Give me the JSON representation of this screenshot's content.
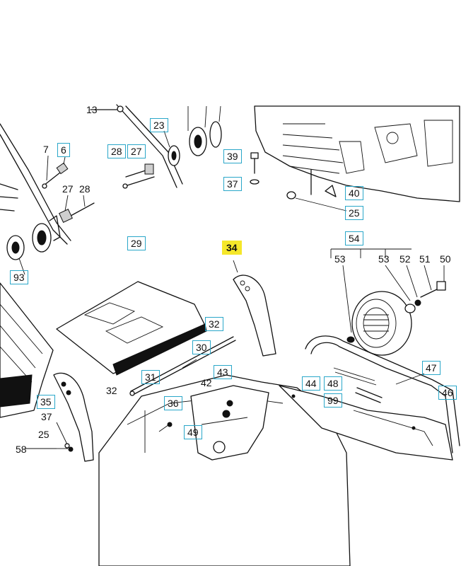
{
  "labels": {
    "l13": "13",
    "l23": "23",
    "l7": "7",
    "l6": "6",
    "l28a": "28",
    "l27a": "27",
    "l39": "39",
    "l37a": "37",
    "l40": "40",
    "l25a": "25",
    "l27b": "27",
    "l28b": "28",
    "l54": "54",
    "l29": "29",
    "l34": "34",
    "l53a": "53",
    "l53b": "53",
    "l52": "52",
    "l51": "51",
    "l50": "50",
    "l93": "93",
    "l32a": "32",
    "l30": "30",
    "l47": "47",
    "l31": "31",
    "l43": "43",
    "l44": "44",
    "l48": "48",
    "l42": "42",
    "l46": "46",
    "l32b": "32",
    "l35": "35",
    "l36": "36",
    "l99": "99",
    "l37b": "37",
    "l25b": "25",
    "l49": "49",
    "l58": "58"
  },
  "highlight_color": "#f5e72a",
  "box_color": "#2aa7c9"
}
